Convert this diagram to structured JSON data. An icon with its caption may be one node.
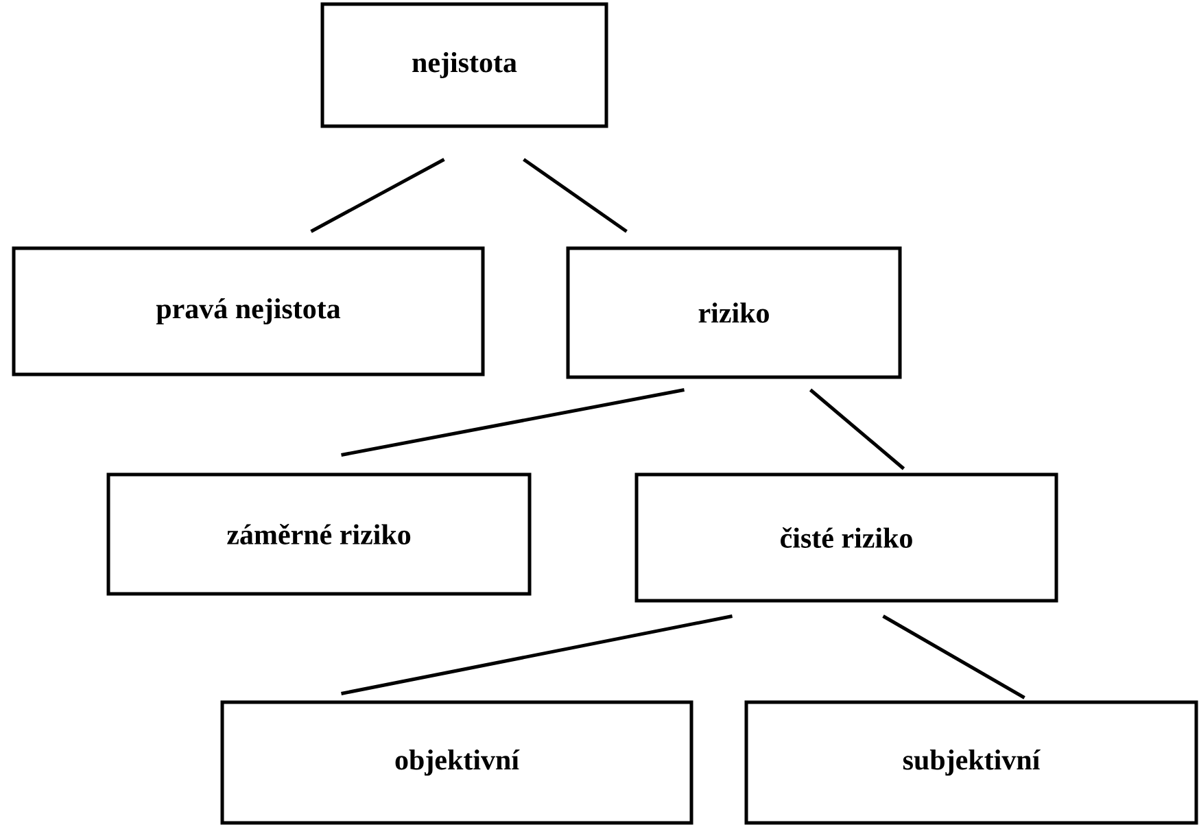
{
  "diagram": {
    "nodes": [
      {
        "text": [
          "nejistota"
        ]
      },
      {
        "text": [
          "pravá nejistota"
        ]
      },
      {
        "text": [
          "riziko"
        ]
      },
      {
        "text": [
          "záměrné riziko"
        ]
      },
      {
        "text": [
          "čisté riziko"
        ]
      },
      {
        "text": [
          "objektivní"
        ]
      },
      {
        "text": [
          "subjektivní"
        ]
      }
    ],
    "edges": [
      {
        "from": 0,
        "to": 1,
        "arrow": "none"
      },
      {
        "from": 0,
        "to": 2,
        "arrow": "none"
      },
      {
        "from": 2,
        "to": 3,
        "arrow": "none"
      },
      {
        "from": 2,
        "to": 4,
        "arrow": "none"
      },
      {
        "from": 4,
        "to": 5,
        "arrow": "none"
      },
      {
        "from": 4,
        "to": 6,
        "arrow": "none"
      }
    ]
  }
}
